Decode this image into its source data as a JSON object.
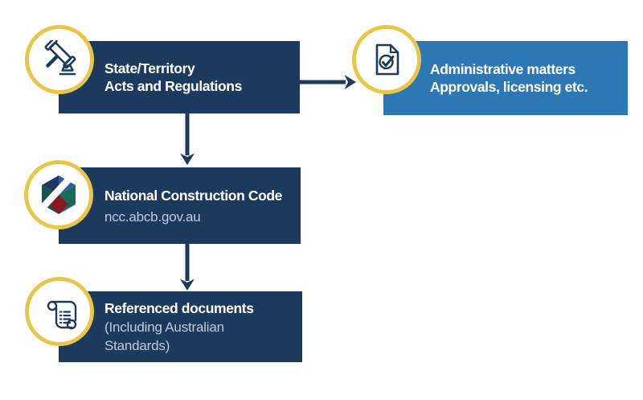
{
  "colors": {
    "navy": "#1c3a5e",
    "blue": "#2e77b5",
    "gold": "#e9c64a",
    "muted": "#bfcbdb",
    "ncc_navy": "#1f3864",
    "ncc_blue": "#2e5fa3",
    "ncc_teal": "#14544b",
    "ncc_green": "#1b6a58",
    "ncc_red": "#8a1a1e"
  },
  "nodes": {
    "state": {
      "icon": "gavel-icon",
      "line1": "State/Territory",
      "line2": "Acts and Regulations"
    },
    "admin": {
      "icon": "document-check-icon",
      "line1": "Administrative matters",
      "line2": "Approvals, licensing etc."
    },
    "ncc": {
      "icon": "ncc-cube-icon",
      "title": "National Construction Code",
      "subtitle": "ncc.abcb.gov.au"
    },
    "referenced": {
      "icon": "scroll-icon",
      "title": "Referenced documents",
      "sub_line1": "(Including Australian",
      "sub_line2": "Standards)"
    }
  }
}
